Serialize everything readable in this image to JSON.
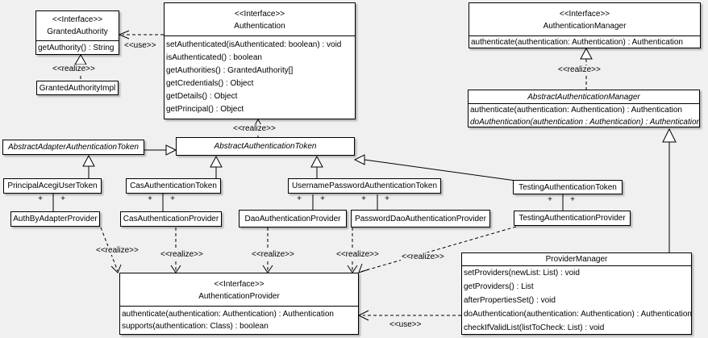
{
  "diagram": {
    "background": "#f0f0f0",
    "box_fill": "#ffffff",
    "line_color": "#000000",
    "labels": {
      "use": "<<use>>",
      "realize": "<<realize>>",
      "plus": "+"
    },
    "classes": {
      "granted_authority": {
        "stereotype": "<<Interface>>",
        "name": "GrantedAuthority",
        "methods": [
          "getAuthority() : String"
        ]
      },
      "granted_authority_impl": {
        "name": "GrantedAuthorityImpl"
      },
      "authentication": {
        "stereotype": "<<Interface>>",
        "name": "Authentication",
        "methods": [
          "setAuthenticated(isAuthenticated: boolean) : void",
          "isAuthenticated() : boolean",
          "getAuthorities() : GrantedAuthority[]",
          "getCredentials() : Object",
          "getDetails() : Object",
          "getPrincipal() : Object"
        ]
      },
      "authentication_manager": {
        "stereotype": "<<Interface>>",
        "name": "AuthenticationManager",
        "methods": [
          "authenticate(authentication: Authentication) : Authentication"
        ]
      },
      "abstract_authentication_manager": {
        "name": "AbstractAuthenticationManager",
        "methods": [
          "authenticate(authentication: Authentication) : Authentication"
        ],
        "abstract_method": "doAuthentication(authentication : Authentication) : Authentication"
      },
      "abstract_adapter_authentication_token": {
        "name": "AbstractAdapterAuthenticationToken"
      },
      "abstract_authentication_token": {
        "name": "AbstractAuthenticationToken"
      },
      "principal_acegi_user_token": {
        "name": "PrincipalAcegiUserToken"
      },
      "cas_authentication_token": {
        "name": "CasAuthenticationToken"
      },
      "username_password_authentication_token": {
        "name": "UsernamePasswordAuthenticationToken"
      },
      "testing_authentication_token": {
        "name": "TestingAuthenticationToken"
      },
      "auth_by_adapter_provider": {
        "name": "AuthByAdapterProvider"
      },
      "cas_authentication_provider": {
        "name": "CasAuthenticationProvider"
      },
      "dao_authentication_provider": {
        "name": "DaoAuthenticationProvider"
      },
      "password_dao_authentication_provider": {
        "name": "PasswordDaoAuthenticationProvider"
      },
      "testing_authentication_provider": {
        "name": "TestingAuthenticationProvider"
      },
      "authentication_provider": {
        "stereotype": "<<Interface>>",
        "name": "AuthenticationProvider",
        "methods": [
          "authenticate(authentication: Authentication) : Authentication",
          "supports(authentication: Class) : boolean"
        ]
      },
      "provider_manager": {
        "name": "ProviderManager",
        "methods": [
          "setProviders(newList: List) : void",
          "getProviders() : List",
          "afterPropertiesSet() : void",
          "doAuthentication(authentication: Authentication) : Authentication",
          "checkIfValidList(listToCheck: List) : void"
        ]
      }
    }
  }
}
